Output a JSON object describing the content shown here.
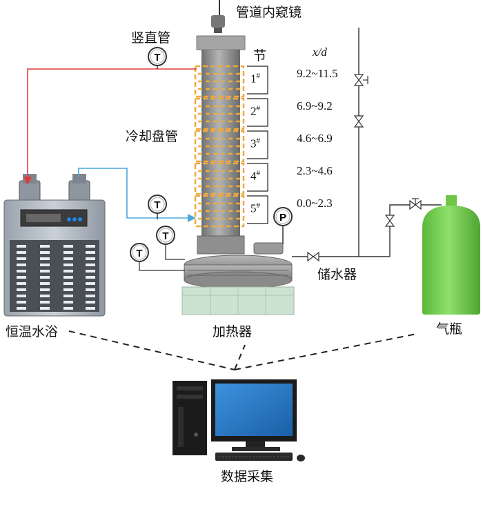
{
  "labels": {
    "endoscope": "管道内窥镜",
    "vertical_pipe": "竖直管",
    "cooling_coil": "冷却盘管",
    "section": "节",
    "xd": "x/d",
    "water_bath": "恒温水浴",
    "heater": "加热器",
    "water_tank": "储水器",
    "gas_cylinder": "气瓶",
    "data_acq": "数据采集"
  },
  "sections": [
    {
      "id": "1",
      "mark": "#",
      "range": "9.2~11.5"
    },
    {
      "id": "2",
      "mark": "#",
      "range": "6.9~9.2"
    },
    {
      "id": "3",
      "mark": "#",
      "range": "4.6~6.9"
    },
    {
      "id": "4",
      "mark": "#",
      "range": "2.3~4.6"
    },
    {
      "id": "5",
      "mark": "#",
      "range": "0.0~2.3"
    }
  ],
  "gauges": {
    "temperature": "T",
    "pressure": "P"
  },
  "colors": {
    "hot_line": "#e23a3a",
    "cold_line": "#4aa8d8",
    "coil": "#f2a93b",
    "cylinder": "#6ec846",
    "pipe": "#8a8a8a",
    "heater_base": "#cde3d2",
    "monitor": "#2f7fc8"
  }
}
